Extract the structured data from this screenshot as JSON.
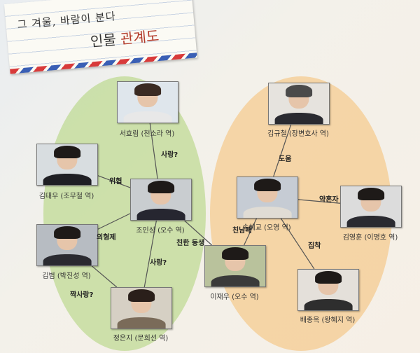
{
  "header": {
    "subtitle": "그 겨울, 바람이 분다",
    "title_prefix": "인물 ",
    "title_accent": "관계도"
  },
  "colors": {
    "left_group": "#bcd98f",
    "right_group": "#f5c98a",
    "line": "#555555",
    "title_accent": "#b23a2a"
  },
  "characters": [
    {
      "id": "seohyorim",
      "name": "서효림 (천소라 역)"
    },
    {
      "id": "kimtaewoo",
      "name": "김태우 (조무철 역)"
    },
    {
      "id": "joinsung",
      "name": "조인성 (오수 역)"
    },
    {
      "id": "kimbum",
      "name": "김범 (박진성 역)"
    },
    {
      "id": "jungeunji",
      "name": "정은지 (문희선 역)"
    },
    {
      "id": "kimkyuchul",
      "name": "김규철 (장변호사 역)"
    },
    {
      "id": "songhyekyo",
      "name": "송혜교 (오영 역)"
    },
    {
      "id": "kimyoungmin",
      "name": "김영훈 (이명호 역)"
    },
    {
      "id": "leejaewoo",
      "name": "이재우 (오수 역)"
    },
    {
      "id": "baejongok",
      "name": "배종옥 (왕혜지 역)"
    }
  ],
  "relations": [
    {
      "from": "joinsung",
      "to": "seohyorim",
      "label": "사랑?"
    },
    {
      "from": "joinsung",
      "to": "kimtaewoo",
      "label": "위협"
    },
    {
      "from": "joinsung",
      "to": "kimbum",
      "label": "의형제"
    },
    {
      "from": "joinsung",
      "to": "jungeunji",
      "label": "사랑?"
    },
    {
      "from": "joinsung",
      "to": "leejaewoo",
      "label": "친한 동생"
    },
    {
      "from": "kimbum",
      "to": "jungeunji",
      "label": "짝사랑?"
    },
    {
      "from": "songhyekyo",
      "to": "kimkyuchul",
      "label": "도움"
    },
    {
      "from": "songhyekyo",
      "to": "kimyoungmin",
      "label": "약혼자"
    },
    {
      "from": "songhyekyo",
      "to": "leejaewoo",
      "label": "친남매"
    },
    {
      "from": "songhyekyo",
      "to": "baejongok",
      "label": "집착"
    }
  ]
}
